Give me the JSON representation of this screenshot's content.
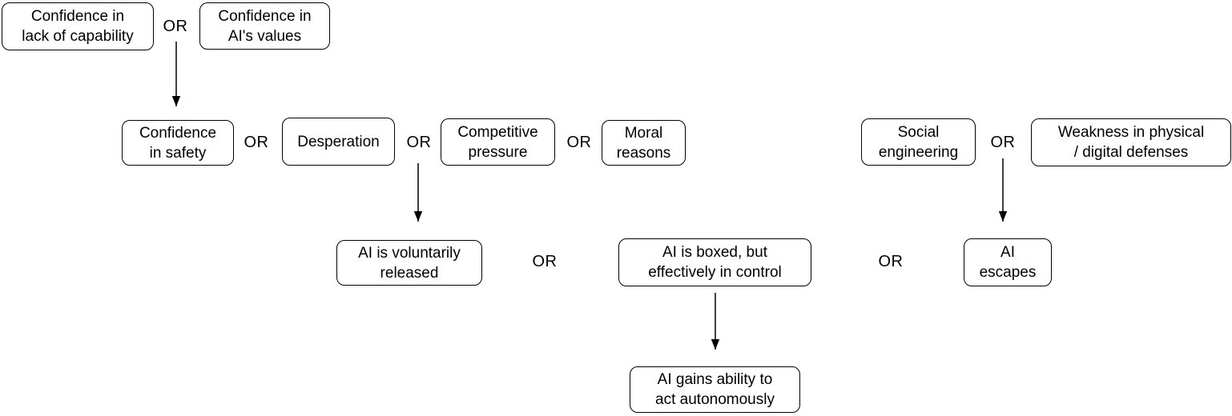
{
  "diagram": {
    "or_label": "OR",
    "colors": {
      "background": "#ffffff",
      "node_fill": "#ffffff",
      "node_border": "#000000",
      "text": "#000000",
      "arrow": "#000000"
    },
    "nodes": {
      "confidence_lack_capability": {
        "label": "Confidence in\nlack of capability"
      },
      "confidence_ai_values": {
        "label": "Confidence in\nAI's values"
      },
      "confidence_in_safety": {
        "label": "Confidence\nin safety"
      },
      "desperation": {
        "label": "Desperation"
      },
      "competitive_pressure": {
        "label": "Competitive\npressure"
      },
      "moral_reasons": {
        "label": "Moral\nreasons"
      },
      "social_engineering": {
        "label": "Social\nengineering"
      },
      "weakness_defenses": {
        "label": "Weakness in physical\n/ digital defenses"
      },
      "ai_voluntarily_released": {
        "label": "AI is voluntarily\nreleased"
      },
      "ai_boxed_in_control": {
        "label": "AI is boxed, but\neffectively in control"
      },
      "ai_escapes": {
        "label": "AI\nescapes"
      },
      "ai_gains_autonomy": {
        "label": "AI gains ability to\nact autonomously"
      }
    },
    "edges": [
      {
        "from": "confidence_lack_capability OR confidence_ai_values",
        "to": "confidence_in_safety"
      },
      {
        "from": "desperation OR competitive_pressure",
        "to": "ai_voluntarily_released"
      },
      {
        "from": "ai_boxed_in_control",
        "to": "ai_gains_autonomy"
      },
      {
        "from": "social_engineering OR weakness_defenses",
        "to": "ai_escapes"
      }
    ]
  }
}
